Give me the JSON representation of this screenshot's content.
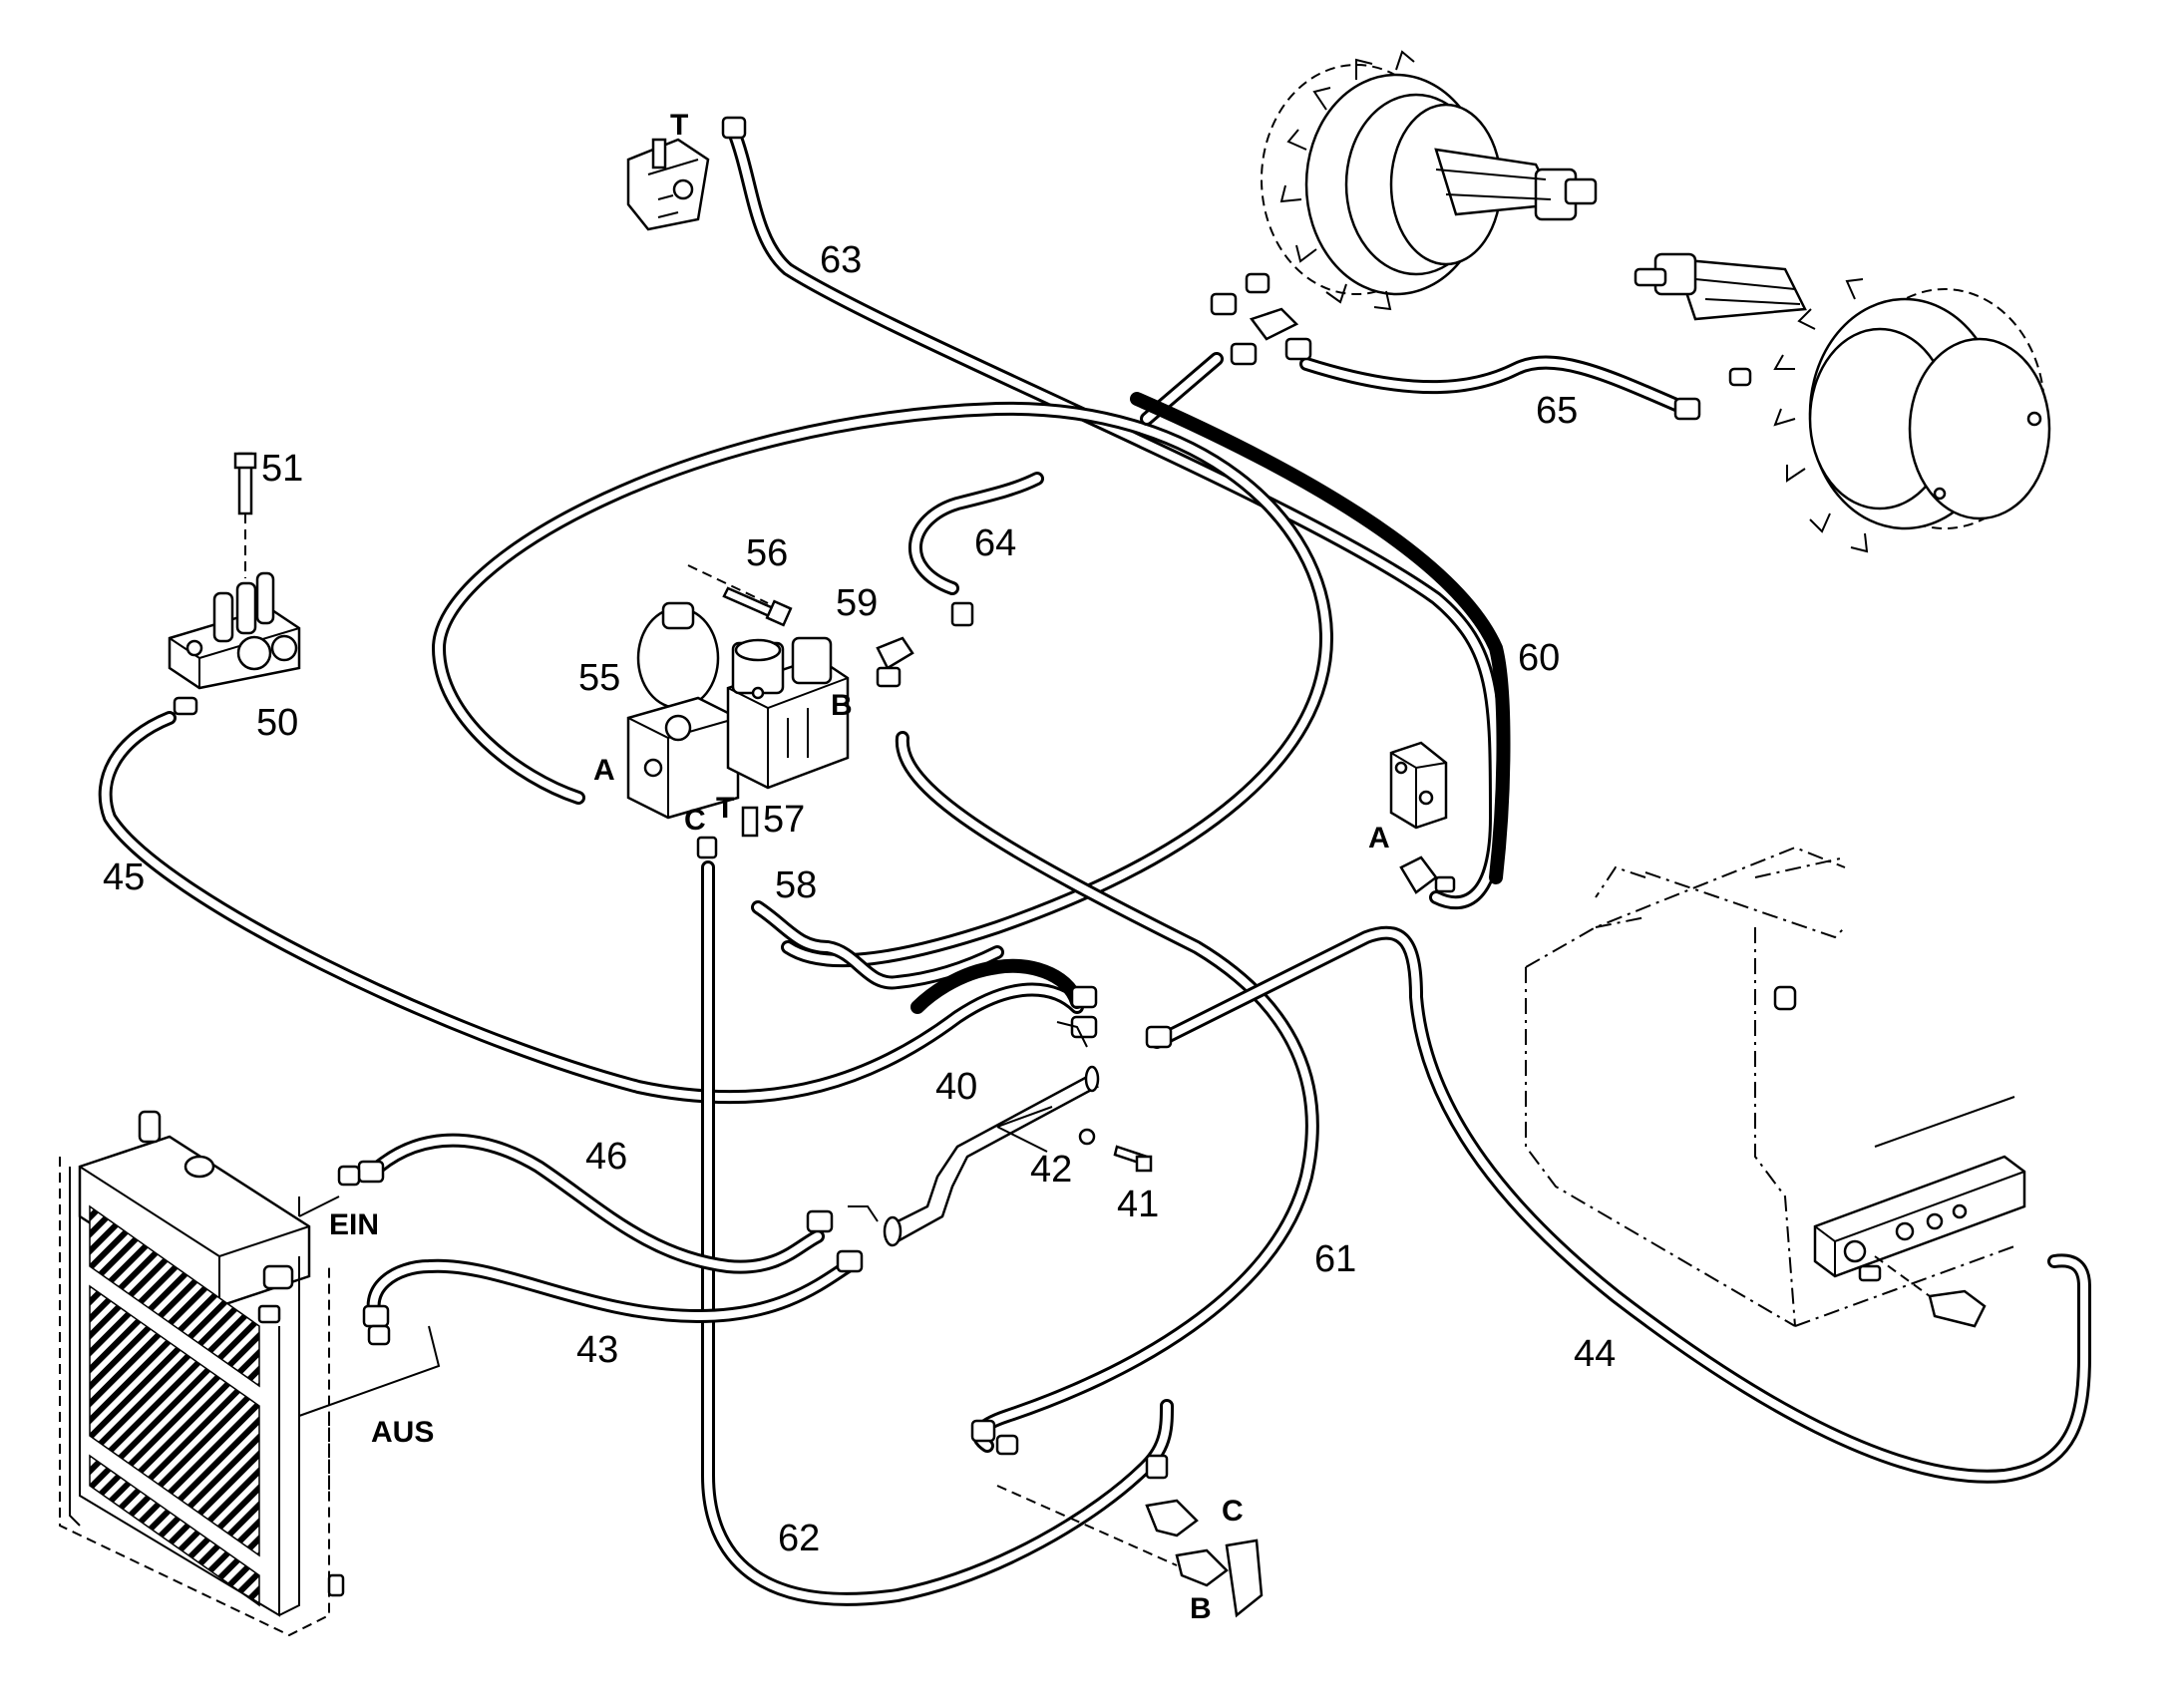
{
  "callouts": {
    "c40": "40",
    "c41": "41",
    "c42": "42",
    "c43": "43",
    "c44": "44",
    "c45": "45",
    "c46": "46",
    "c50": "50",
    "c51": "51",
    "c55": "55",
    "c56": "56",
    "c57": "57",
    "c58": "58",
    "c59": "59",
    "c60": "60",
    "c61": "61",
    "c62": "62",
    "c63": "63",
    "c64": "64",
    "c65": "65"
  },
  "ports": {
    "t_top": "T",
    "a_valve": "A",
    "b_valve": "B",
    "c_valve": "C",
    "t_valve": "T",
    "a_right": "A",
    "ein": "EIN",
    "aus": "AUS",
    "c_bracket": "C",
    "b_bracket": "B"
  },
  "colors": {
    "line": "#000000",
    "background": "#ffffff"
  }
}
